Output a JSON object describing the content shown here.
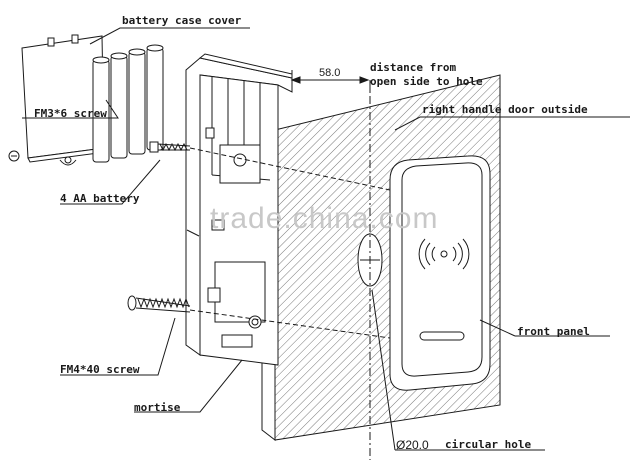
{
  "labels": {
    "battery_case_cover": "battery case cover",
    "screw_small": "FM3*6 screw",
    "battery": "4 AA battery",
    "distance": "distance from open side to hole",
    "distance_line1": "distance from",
    "distance_line2": "open side to hole",
    "door": "right handle door outside",
    "front_panel": "front panel",
    "screw_large": "FM4*40 screw",
    "mortise": "mortise",
    "hole": "circular hole"
  },
  "dimensions": {
    "distance_value": "58.0",
    "hole_diameter": "Ø20.0"
  },
  "watermark": "trade.china.com",
  "colors": {
    "line": "#1a1a1a",
    "hatch": "#555555",
    "leader": "#1a1a1a",
    "watermark": "#c8c8c8",
    "background": "#ffffff"
  }
}
